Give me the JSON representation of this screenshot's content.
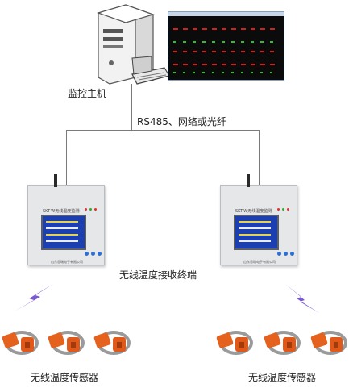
{
  "host": {
    "label": "监控主机"
  },
  "link": {
    "label": "RS485、网络或光纤"
  },
  "receiver": {
    "label": "无线温度接收终端",
    "panel_title": "SKT-W无线温度监测器",
    "maker": "山东思瑞电子有限公司"
  },
  "sensors_left": {
    "label": "无线温度传感器"
  },
  "sensors_right": {
    "label": "无线温度传感器"
  },
  "colors": {
    "line": "#7a7a7a",
    "lcd": "#1b3fb0",
    "sensor": "#e5621e",
    "wireless": "#7a5ad0"
  }
}
